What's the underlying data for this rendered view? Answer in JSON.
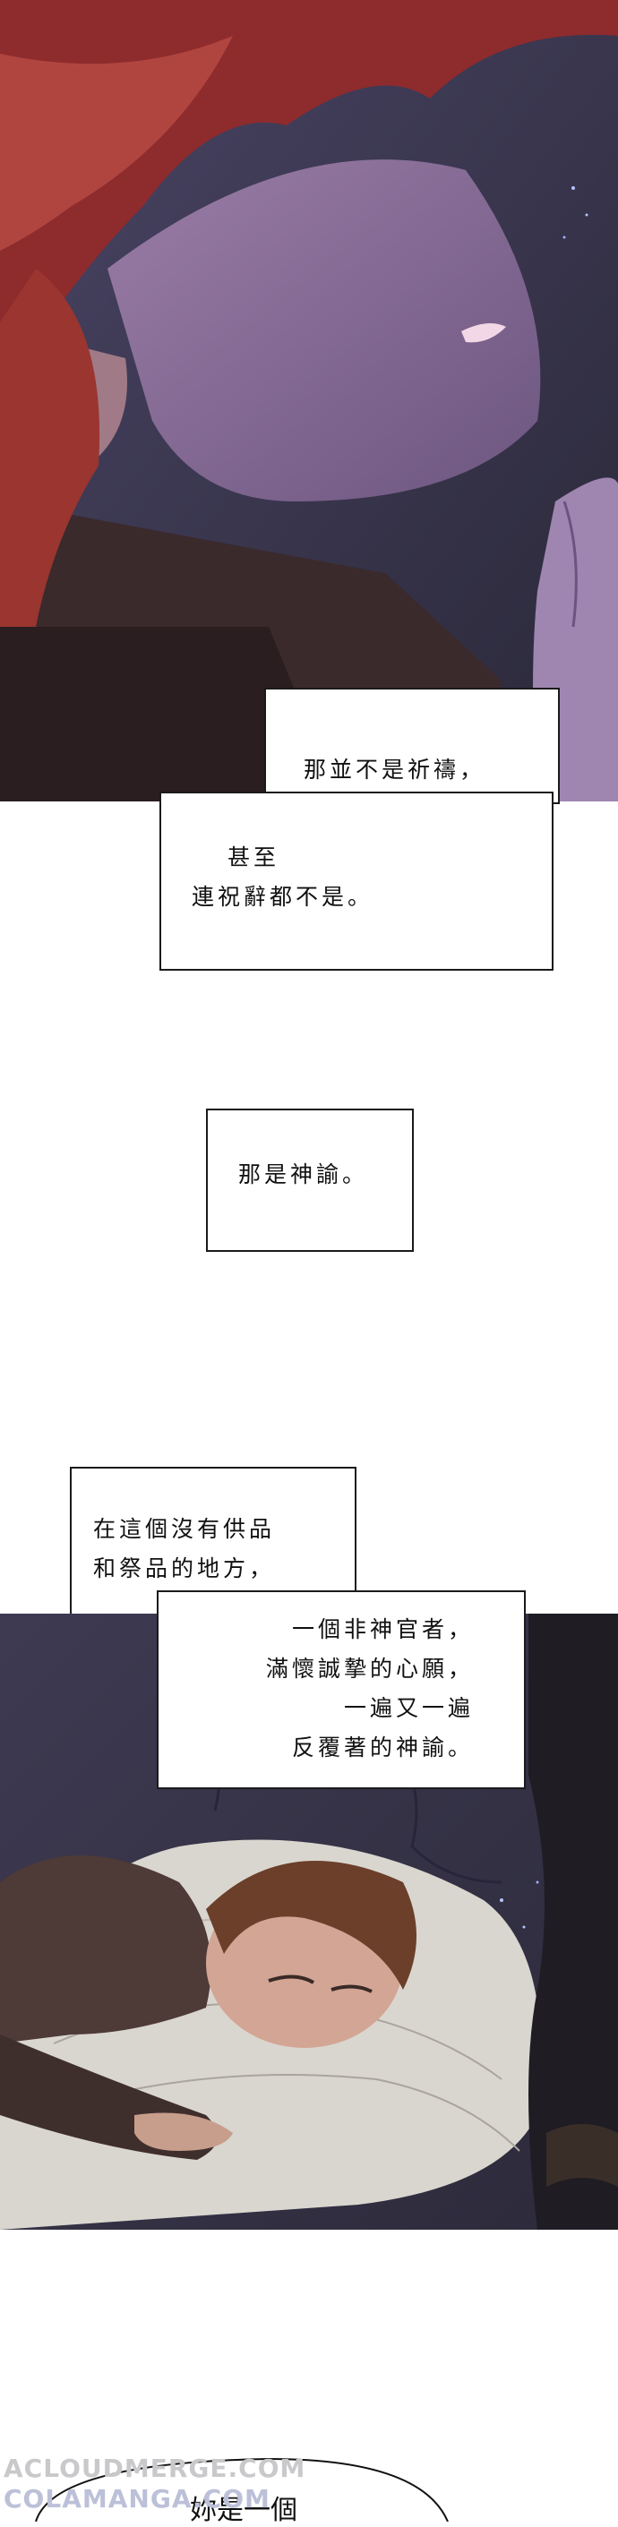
{
  "captions": {
    "c1": "那並不是祈禱，",
    "c2_lines": [
      "甚至",
      "連祝辭都不是。"
    ],
    "c3": "那是神諭。",
    "c4_lines": [
      "在這個沒有供品",
      "和祭品的地方，"
    ],
    "c5_lines": [
      "一個非神官者，",
      "滿懷誠摯的心願，",
      "一遍又一遍",
      "反覆著的神諭。"
    ]
  },
  "watermarks": [
    "ACLOUDMERGE.COM",
    "COLAMANGA.COM"
  ],
  "bubble": "妳是一個",
  "colors": {
    "night": "#3b3550",
    "hair_red": "#8e2b2d",
    "hair_brown": "#6b3f2a",
    "straw": "#d9d6cf"
  }
}
